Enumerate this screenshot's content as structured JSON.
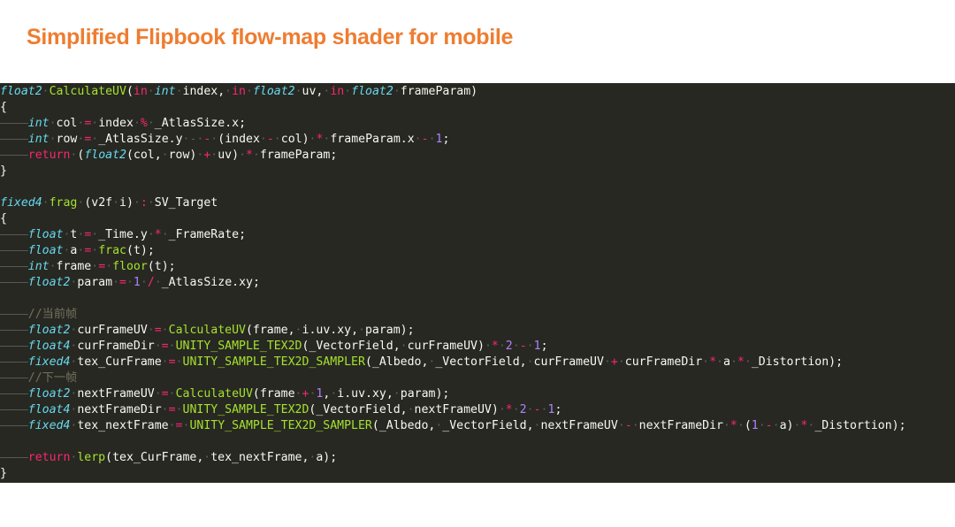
{
  "slide": {
    "title": "Simplified Flipbook flow-map shader for mobile"
  },
  "colors": {
    "title": "#ee7d31",
    "background": "#272822",
    "type": "#66d9ef",
    "keyword": "#f92672",
    "function": "#a6e22e",
    "number": "#ae81ff",
    "comment": "#75715e",
    "text": "#f8f8f2"
  },
  "code": {
    "lines": [
      [
        [
          "type",
          "float2"
        ],
        [
          "ws",
          "·"
        ],
        [
          "fn",
          "CalculateUV"
        ],
        [
          "tx",
          "("
        ],
        [
          "kw",
          "in"
        ],
        [
          "ws",
          "·"
        ],
        [
          "type",
          "int"
        ],
        [
          "ws",
          "·"
        ],
        [
          "tx",
          "index,"
        ],
        [
          "ws",
          "·"
        ],
        [
          "kw",
          "in"
        ],
        [
          "ws",
          "·"
        ],
        [
          "type",
          "float2"
        ],
        [
          "ws",
          "·"
        ],
        [
          "tx",
          "uv,"
        ],
        [
          "ws",
          "·"
        ],
        [
          "kw",
          "in"
        ],
        [
          "ws",
          "·"
        ],
        [
          "type",
          "float2"
        ],
        [
          "ws",
          "·"
        ],
        [
          "tx",
          "frameParam)"
        ]
      ],
      [
        [
          "tx",
          "{"
        ]
      ],
      [
        [
          "ws",
          "————"
        ],
        [
          "type",
          "int"
        ],
        [
          "ws",
          "·"
        ],
        [
          "tx",
          "col"
        ],
        [
          "ws",
          "·"
        ],
        [
          "op",
          "="
        ],
        [
          "ws",
          "·"
        ],
        [
          "tx",
          "index"
        ],
        [
          "ws",
          "·"
        ],
        [
          "op",
          "%"
        ],
        [
          "ws",
          "·"
        ],
        [
          "tx",
          "_AtlasSize.x;"
        ]
      ],
      [
        [
          "ws",
          "————"
        ],
        [
          "type",
          "int"
        ],
        [
          "ws",
          "·"
        ],
        [
          "tx",
          "row"
        ],
        [
          "ws",
          "·"
        ],
        [
          "op",
          "="
        ],
        [
          "ws",
          "·"
        ],
        [
          "tx",
          "_AtlasSize.y"
        ],
        [
          "ws",
          "·-·"
        ],
        [
          "op",
          "-"
        ],
        [
          "ws",
          "·"
        ],
        [
          "tx",
          "(index"
        ],
        [
          "ws",
          "·"
        ],
        [
          "op",
          "-"
        ],
        [
          "ws",
          "·"
        ],
        [
          "tx",
          "col)"
        ],
        [
          "ws",
          "·"
        ],
        [
          "op",
          "*"
        ],
        [
          "ws",
          "·"
        ],
        [
          "tx",
          "frameParam.x"
        ],
        [
          "ws",
          "·"
        ],
        [
          "op",
          "-"
        ],
        [
          "ws",
          "·"
        ],
        [
          "num",
          "1"
        ],
        [
          "tx",
          ";"
        ]
      ],
      [
        [
          "ws",
          "————"
        ],
        [
          "kw",
          "return"
        ],
        [
          "ws",
          "·"
        ],
        [
          "tx",
          "("
        ],
        [
          "type",
          "float2"
        ],
        [
          "tx",
          "(col,"
        ],
        [
          "ws",
          "·"
        ],
        [
          "tx",
          "row)"
        ],
        [
          "ws",
          "·"
        ],
        [
          "op",
          "+"
        ],
        [
          "ws",
          "·"
        ],
        [
          "tx",
          "uv)"
        ],
        [
          "ws",
          "·"
        ],
        [
          "op",
          "*"
        ],
        [
          "ws",
          "·"
        ],
        [
          "tx",
          "frameParam;"
        ]
      ],
      [
        [
          "tx",
          "}"
        ]
      ],
      [],
      [
        [
          "type",
          "fixed4"
        ],
        [
          "ws",
          "·"
        ],
        [
          "fn",
          "frag"
        ],
        [
          "ws",
          "·"
        ],
        [
          "tx",
          "(v2f"
        ],
        [
          "ws",
          "·"
        ],
        [
          "tx",
          "i)"
        ],
        [
          "ws",
          "·"
        ],
        [
          "op",
          ":"
        ],
        [
          "ws",
          "·"
        ],
        [
          "tx",
          "SV_Target"
        ]
      ],
      [
        [
          "tx",
          "{"
        ]
      ],
      [
        [
          "ws",
          "————"
        ],
        [
          "type",
          "float"
        ],
        [
          "ws",
          "·"
        ],
        [
          "tx",
          "t"
        ],
        [
          "ws",
          "·"
        ],
        [
          "op",
          "="
        ],
        [
          "ws",
          "·"
        ],
        [
          "tx",
          "_Time.y"
        ],
        [
          "ws",
          "·"
        ],
        [
          "op",
          "*"
        ],
        [
          "ws",
          "·"
        ],
        [
          "tx",
          "_FrameRate;"
        ]
      ],
      [
        [
          "ws",
          "————"
        ],
        [
          "type",
          "float"
        ],
        [
          "ws",
          "·"
        ],
        [
          "tx",
          "a"
        ],
        [
          "ws",
          "·"
        ],
        [
          "op",
          "="
        ],
        [
          "ws",
          "·"
        ],
        [
          "fn",
          "frac"
        ],
        [
          "tx",
          "(t);"
        ]
      ],
      [
        [
          "ws",
          "————"
        ],
        [
          "type",
          "int"
        ],
        [
          "ws",
          "·"
        ],
        [
          "tx",
          "frame"
        ],
        [
          "ws",
          "·"
        ],
        [
          "op",
          "="
        ],
        [
          "ws",
          "·"
        ],
        [
          "fn",
          "floor"
        ],
        [
          "tx",
          "(t);"
        ]
      ],
      [
        [
          "ws",
          "————"
        ],
        [
          "type",
          "float2"
        ],
        [
          "ws",
          "·"
        ],
        [
          "tx",
          "param"
        ],
        [
          "ws",
          "·"
        ],
        [
          "op",
          "="
        ],
        [
          "ws",
          "·"
        ],
        [
          "num",
          "1"
        ],
        [
          "ws",
          "·"
        ],
        [
          "op",
          "/"
        ],
        [
          "ws",
          "·"
        ],
        [
          "tx",
          "_AtlasSize.xy;"
        ]
      ],
      [],
      [
        [
          "ws",
          "————"
        ],
        [
          "cm",
          "//当前帧"
        ]
      ],
      [
        [
          "ws",
          "————"
        ],
        [
          "type",
          "float2"
        ],
        [
          "ws",
          "·"
        ],
        [
          "tx",
          "curFrameUV"
        ],
        [
          "ws",
          "·"
        ],
        [
          "op",
          "="
        ],
        [
          "ws",
          "·"
        ],
        [
          "fn",
          "CalculateUV"
        ],
        [
          "tx",
          "(frame,"
        ],
        [
          "ws",
          "·"
        ],
        [
          "tx",
          "i.uv.xy,"
        ],
        [
          "ws",
          "·"
        ],
        [
          "tx",
          "param);"
        ]
      ],
      [
        [
          "ws",
          "————"
        ],
        [
          "type",
          "float4"
        ],
        [
          "ws",
          "·"
        ],
        [
          "tx",
          "curFrameDir"
        ],
        [
          "ws",
          "·"
        ],
        [
          "op",
          "="
        ],
        [
          "ws",
          "·"
        ],
        [
          "fn",
          "UNITY_SAMPLE_TEX2D"
        ],
        [
          "tx",
          "(_VectorField,"
        ],
        [
          "ws",
          "·"
        ],
        [
          "tx",
          "curFrameUV)"
        ],
        [
          "ws",
          "·"
        ],
        [
          "op",
          "*"
        ],
        [
          "ws",
          "·"
        ],
        [
          "num",
          "2"
        ],
        [
          "ws",
          "·"
        ],
        [
          "op",
          "-"
        ],
        [
          "ws",
          "·"
        ],
        [
          "num",
          "1"
        ],
        [
          "tx",
          ";"
        ]
      ],
      [
        [
          "ws",
          "————"
        ],
        [
          "type",
          "fixed4"
        ],
        [
          "ws",
          "·"
        ],
        [
          "tx",
          "tex_CurFrame"
        ],
        [
          "ws",
          "·"
        ],
        [
          "op",
          "="
        ],
        [
          "ws",
          "·"
        ],
        [
          "fn",
          "UNITY_SAMPLE_TEX2D_SAMPLER"
        ],
        [
          "tx",
          "(_Albedo,"
        ],
        [
          "ws",
          "·"
        ],
        [
          "tx",
          "_VectorField,"
        ],
        [
          "ws",
          "·"
        ],
        [
          "tx",
          "curFrameUV"
        ],
        [
          "ws",
          "·"
        ],
        [
          "op",
          "+"
        ],
        [
          "ws",
          "·"
        ],
        [
          "tx",
          "curFrameDir"
        ],
        [
          "ws",
          "·"
        ],
        [
          "op",
          "*"
        ],
        [
          "ws",
          "·"
        ],
        [
          "tx",
          "a"
        ],
        [
          "ws",
          "·"
        ],
        [
          "op",
          "*"
        ],
        [
          "ws",
          "·"
        ],
        [
          "tx",
          "_Distortion);"
        ]
      ],
      [
        [
          "ws",
          "————"
        ],
        [
          "cm",
          "//下一帧"
        ]
      ],
      [
        [
          "ws",
          "————"
        ],
        [
          "type",
          "float2"
        ],
        [
          "ws",
          "·"
        ],
        [
          "tx",
          "nextFrameUV"
        ],
        [
          "ws",
          "·"
        ],
        [
          "op",
          "="
        ],
        [
          "ws",
          "·"
        ],
        [
          "fn",
          "CalculateUV"
        ],
        [
          "tx",
          "(frame"
        ],
        [
          "ws",
          "·"
        ],
        [
          "op",
          "+"
        ],
        [
          "ws",
          "·"
        ],
        [
          "num",
          "1"
        ],
        [
          "tx",
          ","
        ],
        [
          "ws",
          "·"
        ],
        [
          "tx",
          "i.uv.xy,"
        ],
        [
          "ws",
          "·"
        ],
        [
          "tx",
          "param);"
        ]
      ],
      [
        [
          "ws",
          "————"
        ],
        [
          "type",
          "float4"
        ],
        [
          "ws",
          "·"
        ],
        [
          "tx",
          "nextFrameDir"
        ],
        [
          "ws",
          "·"
        ],
        [
          "op",
          "="
        ],
        [
          "ws",
          "·"
        ],
        [
          "fn",
          "UNITY_SAMPLE_TEX2D"
        ],
        [
          "tx",
          "(_VectorField,"
        ],
        [
          "ws",
          "·"
        ],
        [
          "tx",
          "nextFrameUV)"
        ],
        [
          "ws",
          "·"
        ],
        [
          "op",
          "*"
        ],
        [
          "ws",
          "·"
        ],
        [
          "num",
          "2"
        ],
        [
          "ws",
          "·"
        ],
        [
          "op",
          "-"
        ],
        [
          "ws",
          "·"
        ],
        [
          "num",
          "1"
        ],
        [
          "tx",
          ";"
        ]
      ],
      [
        [
          "ws",
          "————"
        ],
        [
          "type",
          "fixed4"
        ],
        [
          "ws",
          "·"
        ],
        [
          "tx",
          "tex_nextFrame"
        ],
        [
          "ws",
          "·"
        ],
        [
          "op",
          "="
        ],
        [
          "ws",
          "·"
        ],
        [
          "fn",
          "UNITY_SAMPLE_TEX2D_SAMPLER"
        ],
        [
          "tx",
          "(_Albedo,"
        ],
        [
          "ws",
          "·"
        ],
        [
          "tx",
          "_VectorField,"
        ],
        [
          "ws",
          "·"
        ],
        [
          "tx",
          "nextFrameUV"
        ],
        [
          "ws",
          "·"
        ],
        [
          "op",
          "-"
        ],
        [
          "ws",
          "·"
        ],
        [
          "tx",
          "nextFrameDir"
        ],
        [
          "ws",
          "·"
        ],
        [
          "op",
          "*"
        ],
        [
          "ws",
          "·"
        ],
        [
          "tx",
          "("
        ],
        [
          "num",
          "1"
        ],
        [
          "ws",
          "·"
        ],
        [
          "op",
          "-"
        ],
        [
          "ws",
          "·"
        ],
        [
          "tx",
          "a)"
        ],
        [
          "ws",
          "·"
        ],
        [
          "op",
          "*"
        ],
        [
          "ws",
          "·"
        ],
        [
          "tx",
          "_Distortion);"
        ]
      ],
      [],
      [
        [
          "ws",
          "————"
        ],
        [
          "kw",
          "return"
        ],
        [
          "ws",
          "·"
        ],
        [
          "fn",
          "lerp"
        ],
        [
          "tx",
          "(tex_CurFrame,"
        ],
        [
          "ws",
          "·"
        ],
        [
          "tx",
          "tex_nextFrame,"
        ],
        [
          "ws",
          "·"
        ],
        [
          "tx",
          "a);"
        ]
      ],
      [
        [
          "tx",
          "}"
        ]
      ]
    ]
  }
}
